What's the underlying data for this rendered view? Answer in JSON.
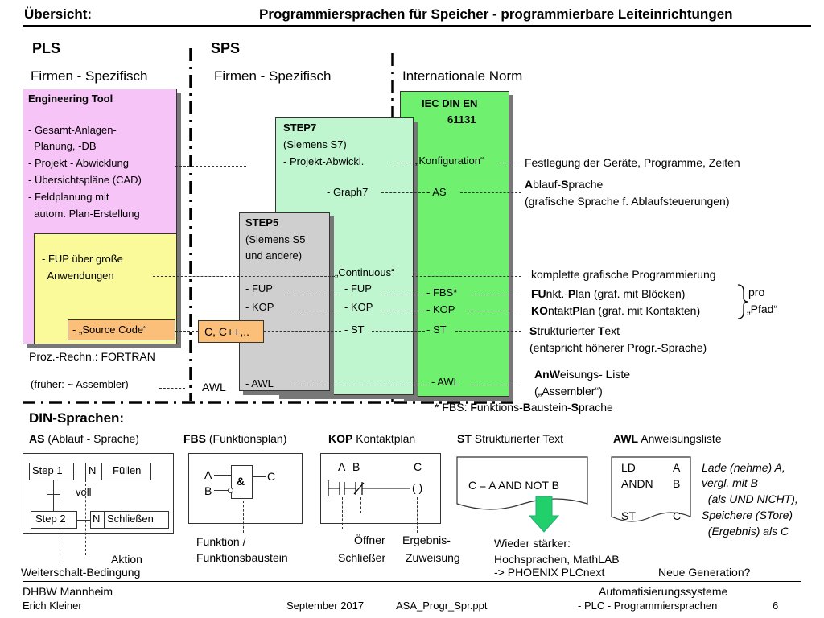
{
  "header": {
    "left": "Übersicht:",
    "title": "Programmiersprachen für Speicher - programmierbare Leiteinrichtungen"
  },
  "columns": {
    "pls": "PLS",
    "sps": "SPS",
    "pls_sub": "Firmen - Spezifisch",
    "sps_sub": "Firmen - Spezifisch",
    "norm_sub": "Internationale Norm"
  },
  "eng_tool": {
    "title": "Engineering Tool",
    "lines": [
      "- Gesamt-Anlagen-",
      "  Planung, -DB",
      "- Projekt - Abwicklung",
      "- Übersichtspläne (CAD)",
      "- Feldplanung mit",
      "  autom. Plan-Erstellung"
    ]
  },
  "fup_box": {
    "line1": "- FUP über große",
    "line2": "  Anwendungen"
  },
  "source_code": "- „Source Code“",
  "c_box": "C, C++,..",
  "proz": "Proz.-Rechn.: FORTRAN",
  "frueher": "(früher: ~ Assembler)",
  "awl_sps": "AWL",
  "step7": {
    "title": "STEP7",
    "l1": "(Siemens S7)",
    "l2": "- Projekt-Abwickl.",
    "graph7": "- Graph7"
  },
  "step5": {
    "title": "STEP5",
    "l1": "(Siemens S5",
    "l2": "und andere)",
    "fup": "- FUP",
    "kop": "- KOP",
    "awl": "- AWL"
  },
  "continuous": "„Continuous“",
  "step7_fup": "- FUP",
  "step7_kop": "- KOP",
  "step7_st": "- ST",
  "iec": {
    "title1": "IEC DIN EN",
    "title2": "61131",
    "konfig": "„Konfiguration“",
    "as": "- AS",
    "fbs": "- FBS*",
    "kop": "- KOP",
    "st": "- ST",
    "awl": "- AWL"
  },
  "right_desc": {
    "festlegung": "Festlegung der Geräte, Programme, Zeiten",
    "as1_a": "A",
    "as1_b": "blauf-",
    "as1_c": "S",
    "as1_d": "prache",
    "as2": "(grafische Sprache f. Ablaufsteuerungen)",
    "komplett": "komplette grafische Programmierung",
    "fup_a": "FU",
    "fup_b": "nkt.-",
    "fup_c": "P",
    "fup_d": "lan  (graf. mit Blöcken)",
    "kop_a": "KO",
    "kop_b": "ntakt",
    "kop_c": "P",
    "kop_d": "lan (graf. mit Kontakten)",
    "pro": "pro",
    "pfad": "„Pfad“",
    "st_a": "S",
    "st_b": "trukturierter ",
    "st_c": "T",
    "st_d": "ext",
    "st2": "(entspricht höherer Progr.-Sprache)",
    "awl_a": "A",
    "awl_b": "n",
    "awl_c": "W",
    "awl_d": "eisungs- ",
    "awl_e": "L",
    "awl_f": "iste",
    "awl2": "(„Assembler“)",
    "fbs_note_a": "* FBS: ",
    "fbs_note_b": "F",
    "fbs_note_c": "unktions-",
    "fbs_note_d": "B",
    "fbs_note_e": "austein-",
    "fbs_note_f": "S",
    "fbs_note_g": "prache"
  },
  "din": {
    "title": "DIN-Sprachen:",
    "as_h": "AS",
    "as_t": " (Ablauf - Sprache)",
    "fbs_h": "FBS",
    "fbs_t": " (Funktionsplan)",
    "kop_h": "KOP",
    "kop_t": " Kontaktplan",
    "st_h": "ST",
    "st_t": " Strukturierter Text",
    "awl_h": "AWL",
    "awl_t": " Anweisungsliste"
  },
  "as_diagram": {
    "step1": "Step 1",
    "n1": "N",
    "fuellen": "Füllen",
    "voll": "voll",
    "step2": "Step 2",
    "n2": "N",
    "schliessen": "Schließen",
    "aktion": "Aktion",
    "weiter": "Weiterschalt-Bedingung"
  },
  "fbs_diagram": {
    "a": "A",
    "b": "B",
    "c": "C",
    "and": "&",
    "cap1": "Funktion /",
    "cap2": "Funktionsbaustein"
  },
  "kop_diagram": {
    "a": "A",
    "b": "B",
    "c": "C",
    "coil": "( )",
    "oeffner": "Öffner",
    "schliesser": "Schließer",
    "ergebnis": "Ergebnis-",
    "zuweisung": "Zuweisung"
  },
  "st_diagram": {
    "code": "C = A  AND  NOT B",
    "w1": "Wieder stärker:",
    "w2": "Hochsprachen, MathLAB",
    "w3": "-> PHOENIX  PLCnext",
    "neue": "Neue Generation?"
  },
  "awl_diagram": {
    "r1a": "LD",
    "r1b": "A",
    "r2a": "ANDN",
    "r2b": "B",
    "r3a": "ST",
    "r3b": "C"
  },
  "awl_notes": [
    "Lade (nehme) A,",
    "vergl. mit B",
    "  (als UND NICHT),",
    "Speichere (STore)",
    "  (Ergebnis) als C"
  ],
  "footer": {
    "l1": "DHBW  Mannheim",
    "l2": "Erich Kleiner",
    "date": "September 2017",
    "file": "ASA_Progr_Spr.ppt",
    "r1": "Automatisierungssysteme",
    "r2": "- PLC - Programmiersprachen",
    "page": "6"
  },
  "colors": {
    "pink": "#f6c4f6",
    "yellow": "#fafa9a",
    "orange": "#fbbf7a",
    "mint": "#bff5cf",
    "green": "#6ff06f",
    "gray": "#cfcfcf"
  }
}
